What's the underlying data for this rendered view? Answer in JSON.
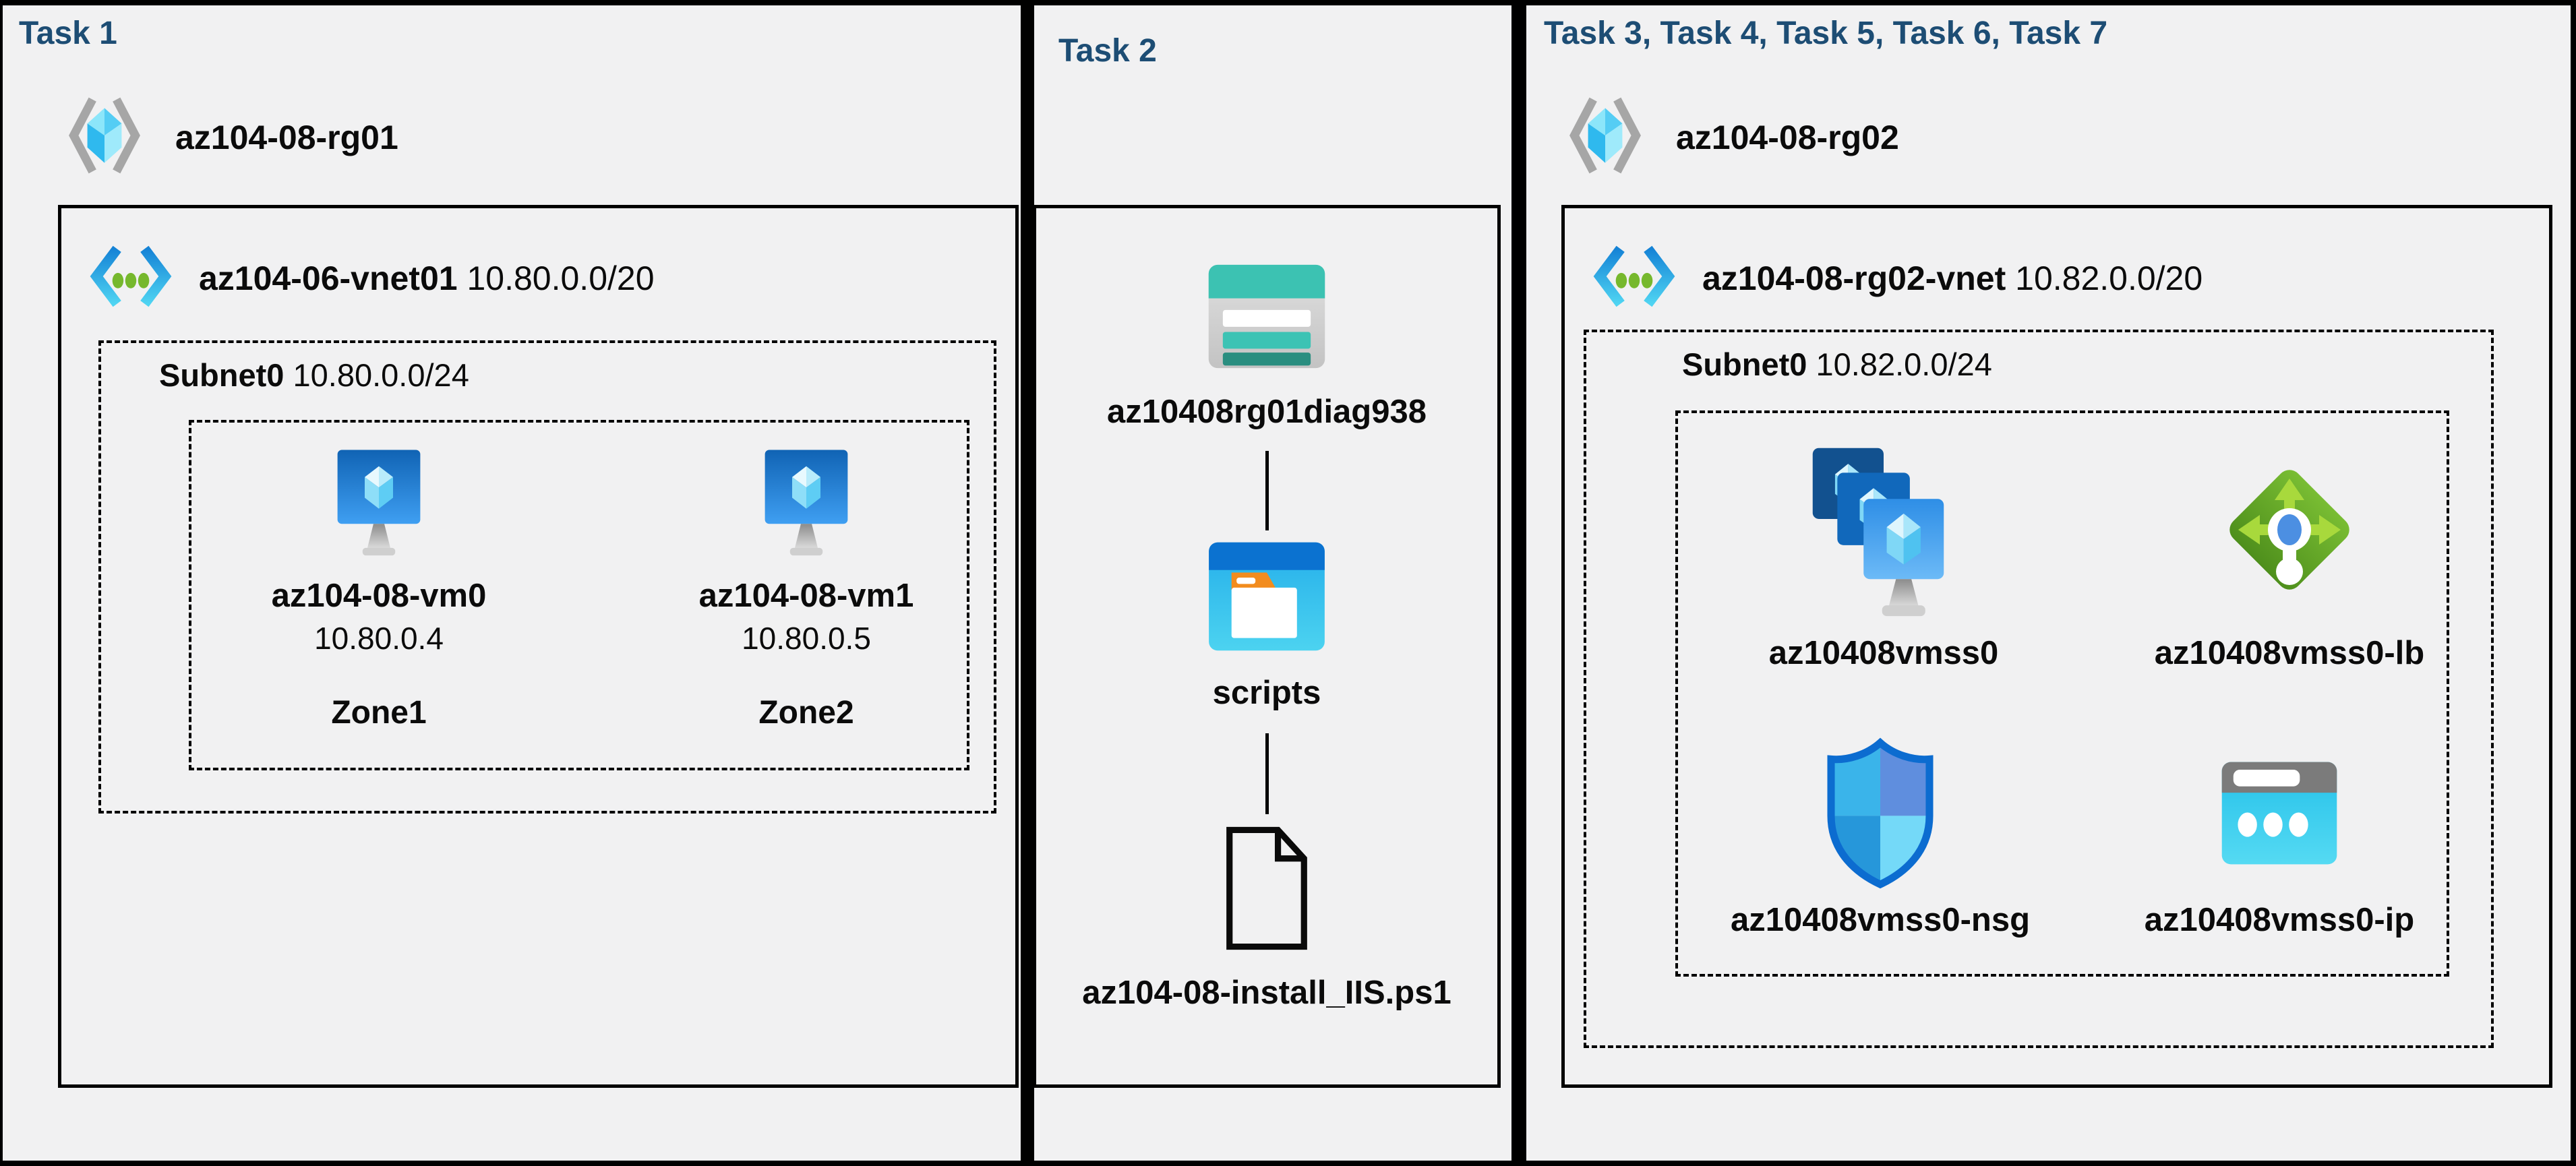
{
  "colors": {
    "background": "#000000",
    "panel_background": "#f1f1f2",
    "task_heading": "#1d4d74",
    "label_text": "#0b0b0b",
    "storage_teal": "#3cc2b2",
    "container_header_blue": "#0b72d0",
    "vm_screen_blue": "#1063b4",
    "load_balancer_green": "#76bb31",
    "nsg_outline_blue": "#0c6cd0",
    "public_ip_cyan": "#23c0e9"
  },
  "task1": {
    "title": "Task 1",
    "resource_group": "az104-08-rg01",
    "vnet": {
      "name": "az104-06-vnet01",
      "cidr": "10.80.0.0/20"
    },
    "subnet": {
      "name": "Subnet0",
      "cidr": "10.80.0.0/24"
    },
    "vms": [
      {
        "name": "az104-08-vm0",
        "ip": "10.80.0.4",
        "zone": "Zone1"
      },
      {
        "name": "az104-08-vm1",
        "ip": "10.80.0.5",
        "zone": "Zone2"
      }
    ]
  },
  "task2": {
    "title": "Task 2",
    "storage_account": "az10408rg01diag938",
    "container": "scripts",
    "file": "az104-08-install_IIS.ps1"
  },
  "task3": {
    "title": "Task 3, Task 4, Task 5, Task 6, Task 7",
    "resource_group": "az104-08-rg02",
    "vnet": {
      "name": "az104-08-rg02-vnet",
      "cidr": "10.82.0.0/20"
    },
    "subnet": {
      "name": "Subnet0",
      "cidr": "10.82.0.0/24"
    },
    "vmss": "az10408vmss0",
    "load_balancer": "az10408vmss0-lb",
    "nsg": "az10408vmss0-nsg",
    "public_ip": "az10408vmss0-ip"
  }
}
